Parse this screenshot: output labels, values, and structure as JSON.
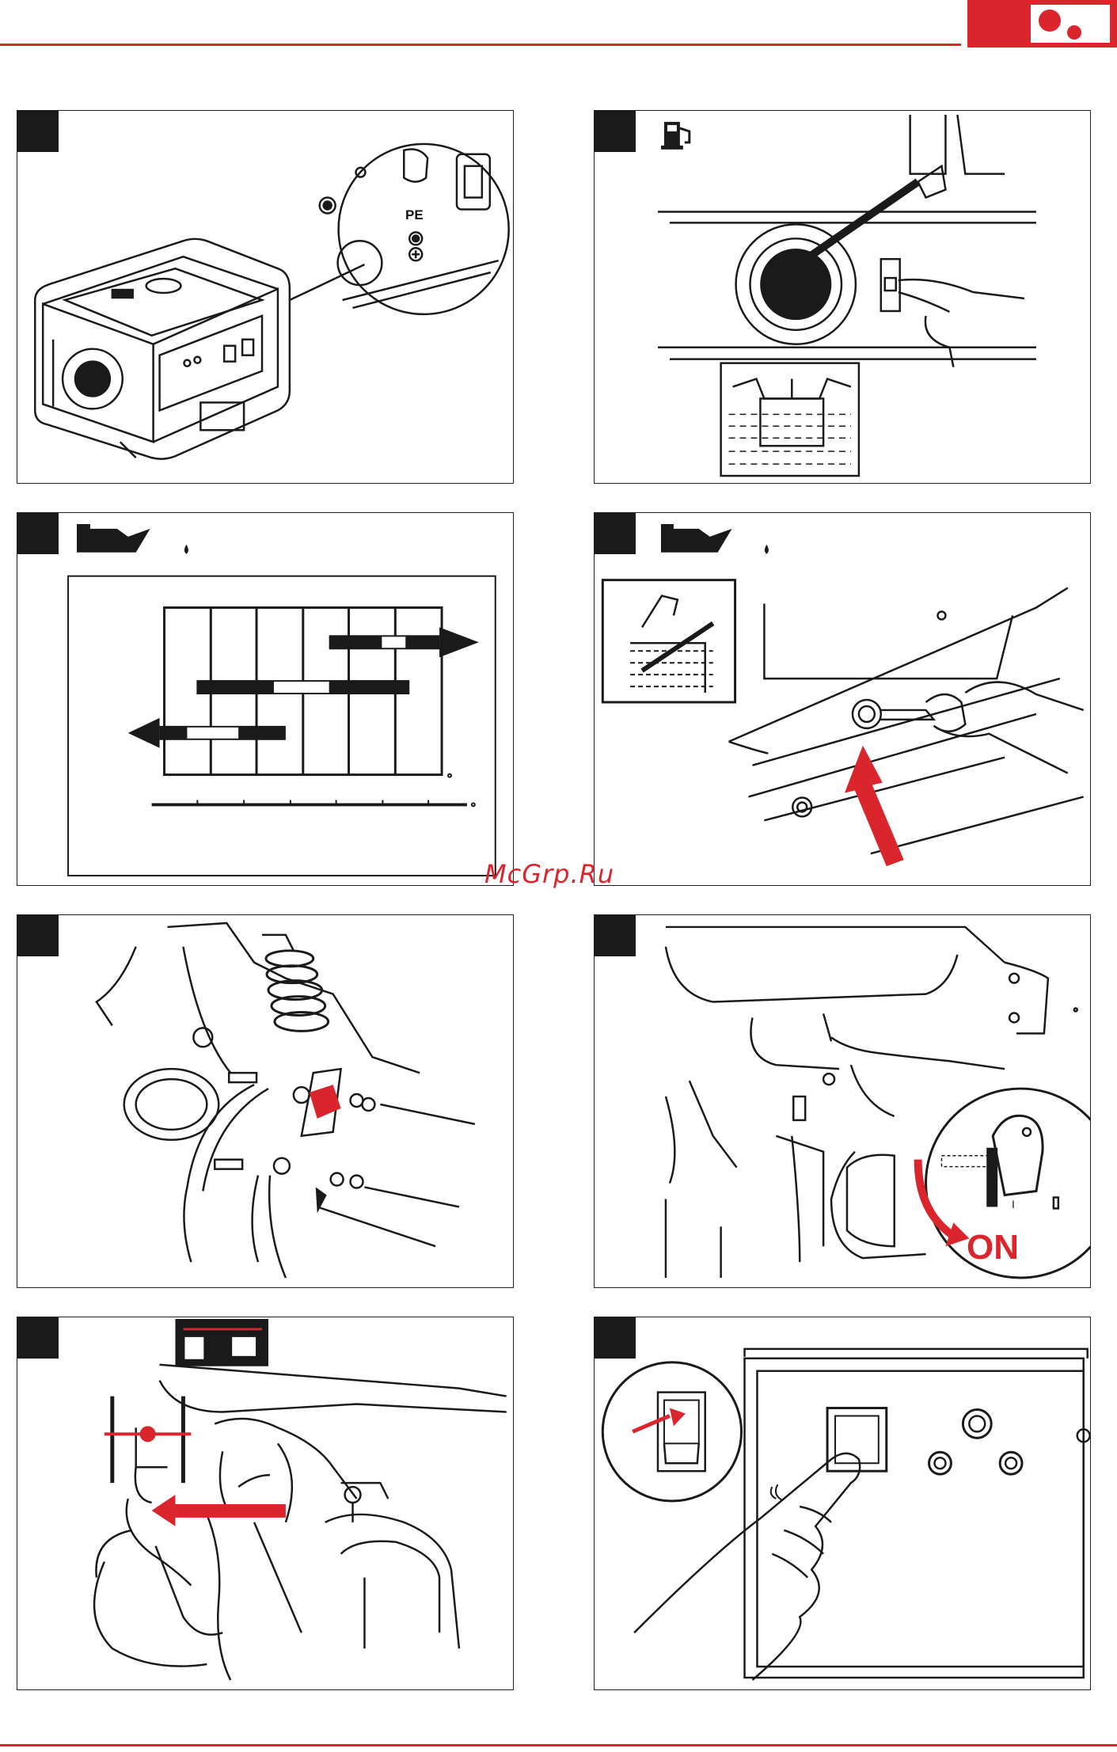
{
  "watermark": "McGrp.Ru",
  "labels": {
    "pe": "PE",
    "on": "ON",
    "switch_mark": "I"
  },
  "colors": {
    "brand_red": "#d9252b",
    "line": "#1a1a1a"
  },
  "icons": {
    "fuel": "fuel-pump-icon",
    "oil": "oil-can-icon",
    "choke": "choke-lever-icon"
  }
}
